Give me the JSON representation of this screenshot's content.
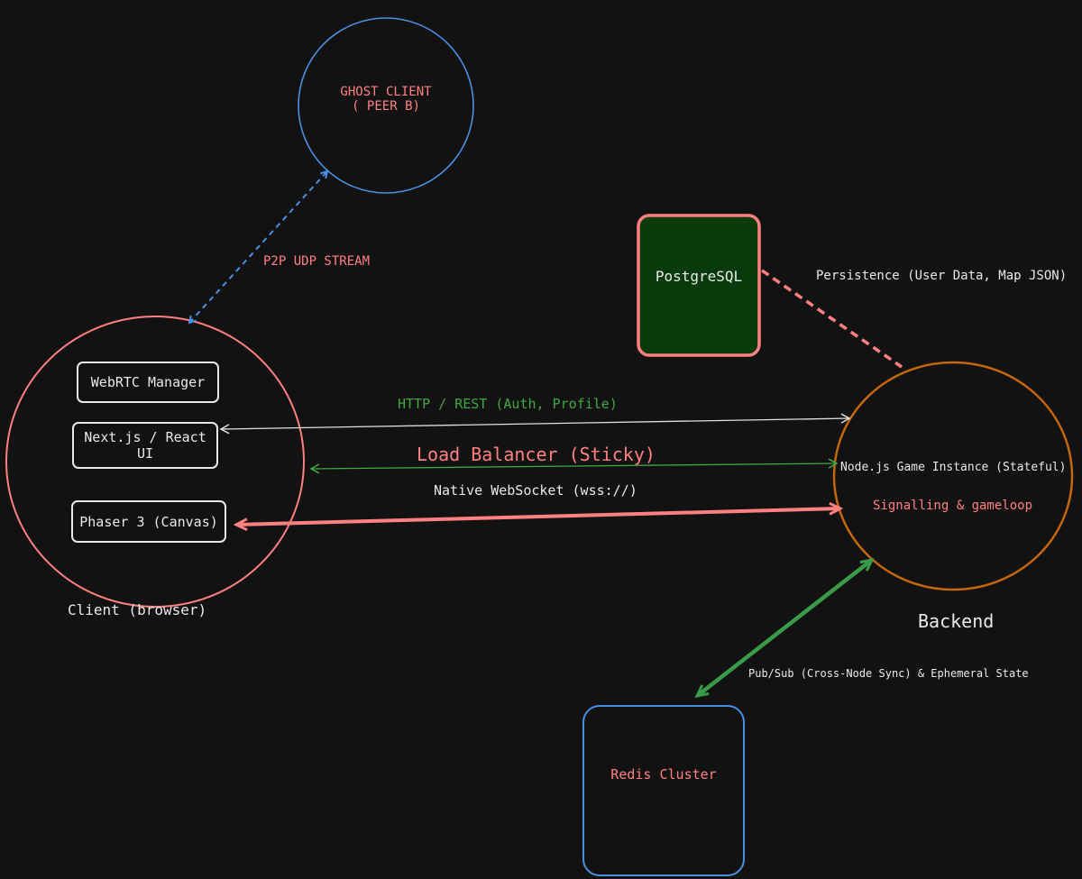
{
  "colors": {
    "background": "#121212",
    "client_red": "#ff8080",
    "ghost_blue": "#4a90e2",
    "backend_orange": "#c4660b",
    "postgres_fill": "#073b0b",
    "http_green": "#3fa83f",
    "pubsub_green": "#3a9a4a",
    "white_line": "#e0e0e0"
  },
  "ghost_client": {
    "line1": "GHOST CLIENT",
    "line2": "( PEER B)"
  },
  "postgres": {
    "label": "PostgreSQL"
  },
  "redis": {
    "label": "Redis Cluster"
  },
  "client": {
    "caption": "Client (browser)",
    "components": {
      "webrtc": "WebRTC Manager",
      "nextjs_line1": "Next.js / React",
      "nextjs_line2": "UI",
      "phaser": "Phaser 3 (Canvas)"
    }
  },
  "backend": {
    "caption": "Backend",
    "node_label": "Node.js Game Instance (Stateful)",
    "signalling_label": "Signalling & gameloop"
  },
  "connections": {
    "p2p": "P2P UDP STREAM",
    "persistence": "Persistence (User Data, Map JSON)",
    "http": "HTTP / REST (Auth, Profile)",
    "load_balancer": "Load Balancer (Sticky)",
    "websocket": "Native WebSocket (wss://)",
    "pubsub": "Pub/Sub (Cross-Node Sync) & Ephemeral State"
  }
}
